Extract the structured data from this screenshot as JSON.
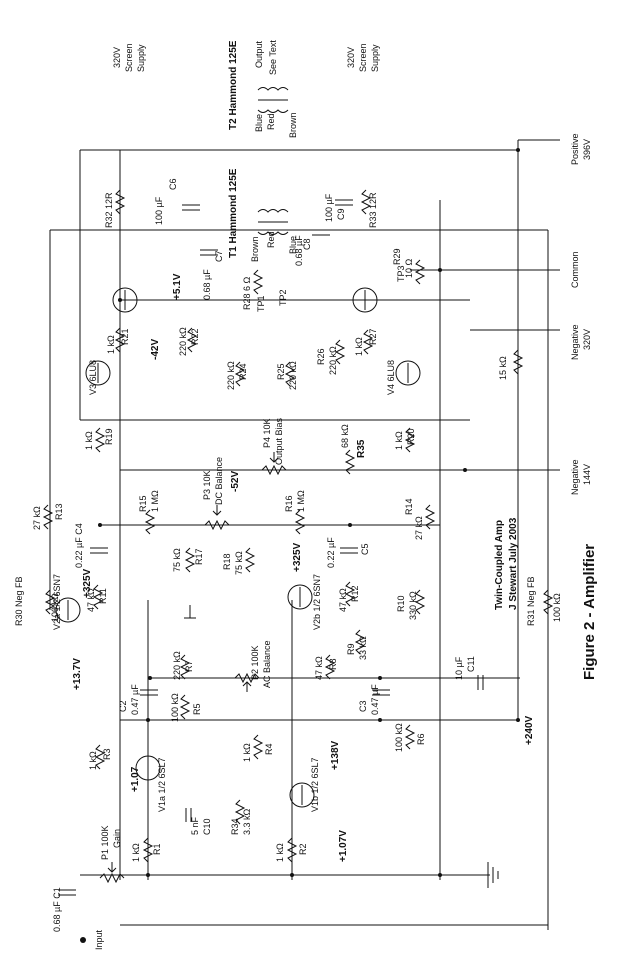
{
  "figure": {
    "title": "Figure 2 - Amplifier",
    "credit_line1": "Twin-Coupled Amp",
    "credit_line2": "J Stewart  July 2003"
  },
  "terminals": {
    "input": "Input",
    "positive": "Positive",
    "positive_v": "396V",
    "common": "Common",
    "negative1": "Negative",
    "negative1_v": "320V",
    "negative2": "Negative",
    "negative2_v": "144V",
    "screen_supply_left_v": "320V",
    "screen_supply_left_a": "Screen",
    "screen_supply_left_b": "Supply",
    "screen_supply_right_v": "320V",
    "screen_supply_right_a": "Screen",
    "screen_supply_right_b": "Supply",
    "output": "Output",
    "see_text": "See Text"
  },
  "transformers": {
    "t2": "T2 Hammond 125E",
    "t1": "T1 Hammond 125E",
    "blue": "Blue",
    "red": "Red",
    "brown": "Brown"
  },
  "tubes": {
    "v1a": "V1a  1/2 6SL7",
    "v1b": "V1b  1/2 6SL7",
    "v2a": "V2a  1/2 6SN7",
    "v2b": "V2b  1/2 6SN7",
    "v3": "V3  6LU8",
    "v4": "V4  6LU8"
  },
  "voltages": {
    "v_1_07": "+1.07",
    "v_1_07v": "+1.07V",
    "v_13_7": "+13.7V",
    "v_325a": "+325V",
    "v_325b": "+325V",
    "v_138": "+138V",
    "v_240": "+240V",
    "v_42": "-42V",
    "v_52": "-52V",
    "v_5_1": "+5.1V"
  },
  "components": {
    "c1": "0.68 µF  C1",
    "p1a": "P1  100K",
    "p1b": "Gain",
    "r1": "1 kΩ",
    "r1n": "R1",
    "r2": "1 kΩ",
    "r2n": "R2",
    "c10a": "5 nF",
    "c10b": "C10",
    "r34a": "R34",
    "r34b": "3.3 kΩ",
    "r3a": "1 kΩ",
    "r3b": "R3",
    "r4a": "1 kΩ",
    "r4b": "R4",
    "c2a": "C2",
    "c2b": "0.47 µF",
    "r5a": "100 kΩ",
    "r5b": "R5",
    "r7a": "220 kΩ",
    "r7b": "R7",
    "p2a": "P2  100K",
    "p2b": "AC Balance",
    "r8a": "47 kΩ",
    "r8b": "R8",
    "c3a": "C3",
    "c3b": "0.47 µF",
    "r6a": "100 kΩ",
    "r6b": "R6",
    "c11a": "10 µF",
    "c11b": "C11",
    "r9a": "R9",
    "r9b": "33 kΩ",
    "r10a": "R10",
    "r10b": "330 kΩ",
    "r11a": "47 kΩ",
    "r11b": "R11",
    "r12a": "47 kΩ",
    "r12b": "R12",
    "r30a": "R30  Neg FB",
    "r30b": "100 kΩ",
    "r31a": "R31  Neg FB",
    "r31b": "100 kΩ",
    "r13a": "27 kΩ",
    "r13b": "R13",
    "c4a": "0.22 µF  C4",
    "c5a": "0.22 µF",
    "c5b": "C5",
    "r14a": "27 kΩ",
    "r14b": "R14",
    "r15a": "R15",
    "r15b": "1 MΩ",
    "r16a": "R16",
    "r16b": "1 MΩ",
    "r17a": "75 kΩ",
    "r17b": "R17",
    "r18a": "R18",
    "r18b": "75 kΩ",
    "p3a": "P3  10K",
    "p3b": "DC Balance",
    "p4a": "P4  10K",
    "p4b": "Output Bias",
    "r35a": "68 kΩ",
    "r35b": "R35",
    "r19a": "1 kΩ",
    "r19b": "R19",
    "r20a": "1 kΩ",
    "r20b": "R20",
    "r21a": "1 kΩ",
    "r21b": "R21",
    "r22a": "220 kΩ",
    "r22b": "R22",
    "r24a": "220 kΩ",
    "r24b": "R24",
    "r25a": "R25",
    "r25b": "220 kΩ",
    "r26a": "R26",
    "r26b": "220 kΩ",
    "r27a": "1 kΩ",
    "r27b": "R27",
    "r28a": "R28  6 Ω",
    "tp1": "TP1",
    "tp2": "TP2",
    "tp3": "TP3",
    "r29a": "R29",
    "r29b": "10 Ω",
    "r32a": "R32  12R",
    "r33a": "R33  12R",
    "c6a": "100 µF",
    "c6b": "C6",
    "c7a": "0.68 µF",
    "c7b": "C7",
    "c8a": "C8",
    "c8b": "0.68 µF",
    "c9a": "100 µF",
    "c9b": "C9",
    "r15k": "15 kΩ"
  }
}
